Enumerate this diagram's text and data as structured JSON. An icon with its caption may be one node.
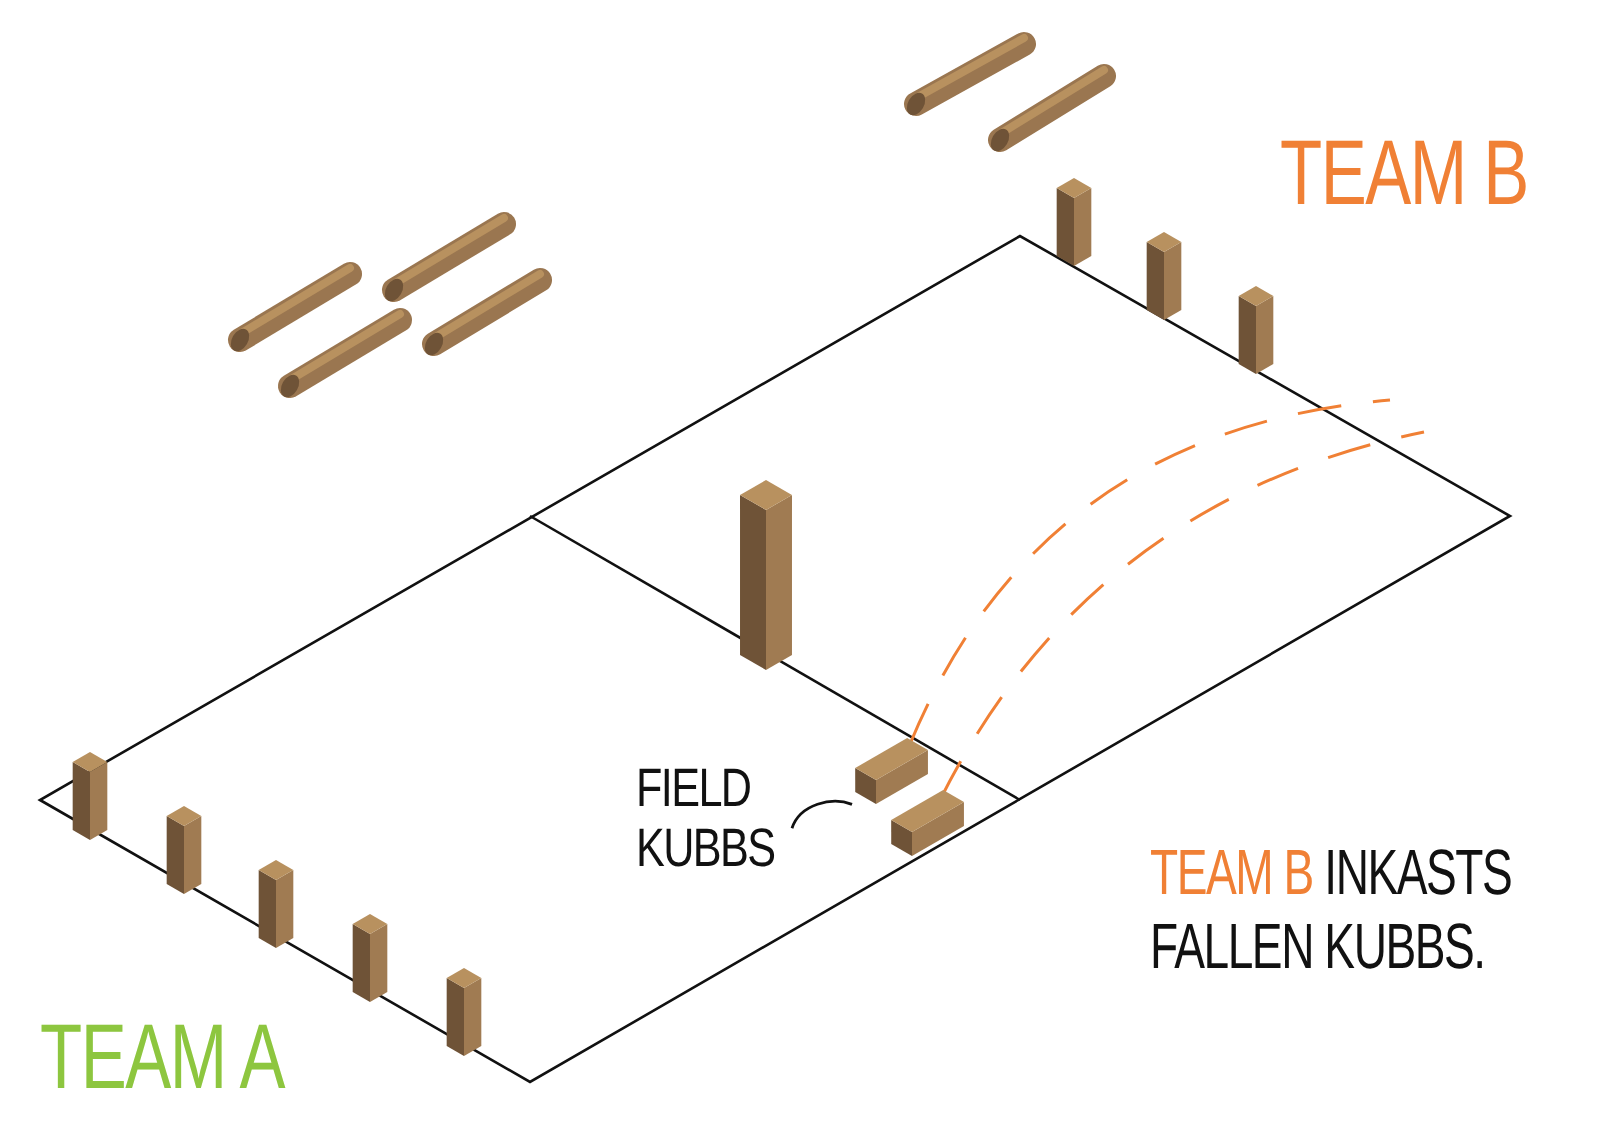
{
  "diagram": {
    "nodes": [
      {
        "text": [
          "FIELD KUBBS"
        ]
      },
      {
        "text": [],
        "shape": "picture"
      }
    ],
    "edges": [
      {
        "from": 0,
        "to": 1,
        "arrow": "none"
      }
    ],
    "labels": [
      "TEAM B",
      "TEAM B",
      "INKASTS FALLEN KUBBS.",
      "TEAM A"
    ]
  }
}
